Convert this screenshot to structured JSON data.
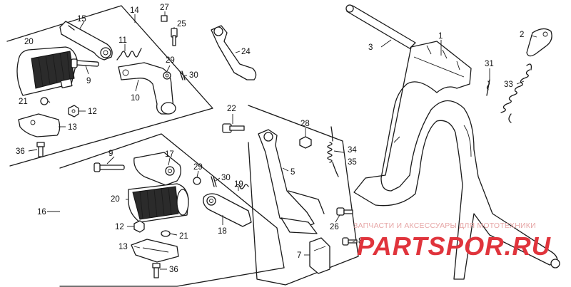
{
  "part_numbers": {
    "p1": "1",
    "p2": "2",
    "p3": "3",
    "p5": "5",
    "p7": "7",
    "p8": "8",
    "p9a": "9",
    "p9b": "9",
    "p10": "10",
    "p11": "11",
    "p12a": "12",
    "p12b": "12",
    "p13a": "13",
    "p13b": "13",
    "p14": "14",
    "p15": "15",
    "p16": "16",
    "p17": "17",
    "p18": "18",
    "p19": "19",
    "p20a": "20",
    "p20b": "20",
    "p21a": "21",
    "p21b": "21",
    "p22": "22",
    "p24": "24",
    "p25": "25",
    "p26": "26",
    "p27": "27",
    "p28": "28",
    "p29a": "29",
    "p29b": "29",
    "p30a": "30",
    "p30b": "30",
    "p31": "31",
    "p33": "33",
    "p34": "34",
    "p35": "35",
    "p36a": "36",
    "p36b": "36"
  },
  "watermark": {
    "tagline": "ЗАПЧАСТИ И АКСЕССУАРЫ ДЛЯ МОТОТЕХНИКИ",
    "logo": "PARTSPOR.RU"
  },
  "colors": {
    "line": "#1a1a1a",
    "background": "#ffffff",
    "watermark_logo": "#e0343c",
    "watermark_text": "#e6a6a6"
  }
}
